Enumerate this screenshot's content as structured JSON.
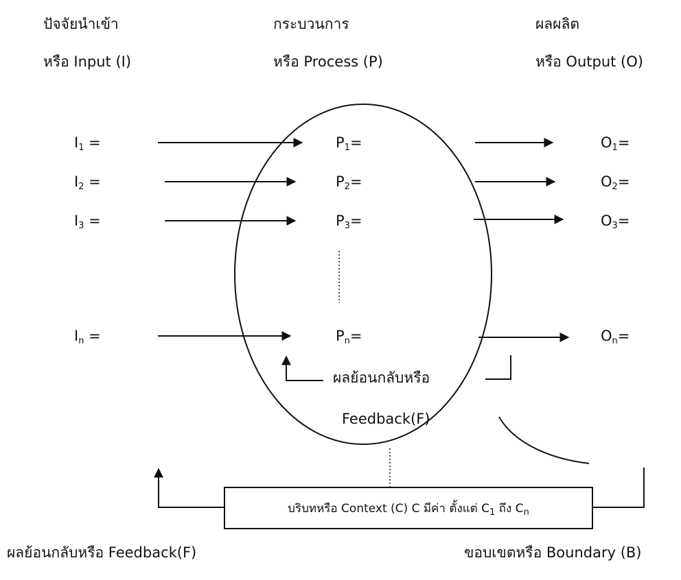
{
  "headers": {
    "input_line1": "ปัจจัยนำเข้า",
    "input_line2": "หรือ Input (I)",
    "process_line1": "กระบวนการ",
    "process_line2": "หรือ Process (P)",
    "output_line1": "ผลผลิต",
    "output_line2": "หรือ Output (O)"
  },
  "inputs": [
    {
      "base": "I",
      "sub": "1",
      "suffix": " ="
    },
    {
      "base": "I",
      "sub": "2",
      "suffix": " ="
    },
    {
      "base": "I",
      "sub": "3",
      "suffix": " ="
    },
    {
      "base": "I",
      "sub": "n",
      "suffix": " ="
    }
  ],
  "processes": [
    {
      "base": "P",
      "sub": "1",
      "suffix": "="
    },
    {
      "base": "P",
      "sub": "2",
      "suffix": "="
    },
    {
      "base": "P",
      "sub": "3",
      "suffix": "="
    },
    {
      "base": "P",
      "sub": "n",
      "suffix": "="
    }
  ],
  "outputs": [
    {
      "base": "O",
      "sub": "1",
      "suffix": "="
    },
    {
      "base": "O",
      "sub": "2",
      "suffix": "="
    },
    {
      "base": "O",
      "sub": "3",
      "suffix": "="
    },
    {
      "base": "O",
      "sub": "n",
      "suffix": "="
    }
  ],
  "inner_feedback": {
    "line1": "ผลย้อนกลับหรือ",
    "line2": "Feedback(F)"
  },
  "context_box": {
    "text_a": "บริบทหรือ Context (C)  C  มีค่า ตั้งแต่ C",
    "sub_a": "1",
    "text_b": " ถึง C",
    "sub_b": "n"
  },
  "bottom_labels": {
    "feedback": "ผลย้อนกลับหรือ Feedback(F)",
    "boundary": "ขอบเขตหรือ Boundary (B)"
  },
  "colors": {
    "stroke": "#111111",
    "background": "#ffffff"
  }
}
